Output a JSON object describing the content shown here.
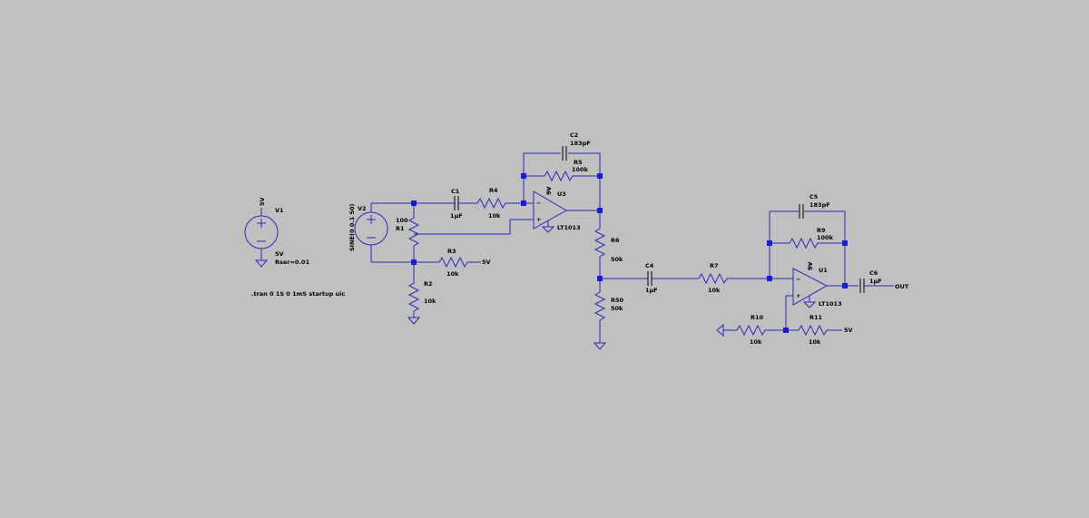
{
  "directive": ".tran 0 1S 0 1mS startup uic",
  "components": {
    "V1": {
      "name": "V1",
      "node": "5V",
      "value": "5V",
      "extra": "Rser=0.01"
    },
    "V2": {
      "name": "V2",
      "value": "SINE(0 0.1 50)"
    },
    "R1": {
      "name": "R1",
      "value": "100"
    },
    "R2": {
      "name": "R2",
      "value": "10k"
    },
    "R3": {
      "name": "R3",
      "value": "10k",
      "node": "5V"
    },
    "R4": {
      "name": "R4",
      "value": "10k"
    },
    "R5": {
      "name": "R5",
      "value": "100k"
    },
    "R6": {
      "name": "R6",
      "value": "50k"
    },
    "R7": {
      "name": "R7",
      "value": "10k"
    },
    "R9": {
      "name": "R9",
      "value": "100k"
    },
    "R10": {
      "name": "R10",
      "value": "10k"
    },
    "R11": {
      "name": "R11",
      "value": "10k",
      "node": "5V"
    },
    "R50": {
      "name": "R50",
      "value": "50k"
    },
    "C1": {
      "name": "C1",
      "value": "1µF"
    },
    "C2": {
      "name": "C2",
      "value": "183pF"
    },
    "C4": {
      "name": "C4",
      "value": "1µF"
    },
    "C5": {
      "name": "C5",
      "value": "183pF"
    },
    "C6": {
      "name": "C6",
      "value": "1µF"
    },
    "U3": {
      "name": "U3",
      "model": "LT1013",
      "supply": "5V"
    },
    "U1": {
      "name": "U1",
      "model": "LT1013",
      "supply": "5V"
    }
  },
  "net_labels": {
    "out": "OUT"
  },
  "colors": {
    "background": "#c0c0c0",
    "wire": "#2a2ab8",
    "junction": "#1b1bd6",
    "text": "#000000"
  }
}
